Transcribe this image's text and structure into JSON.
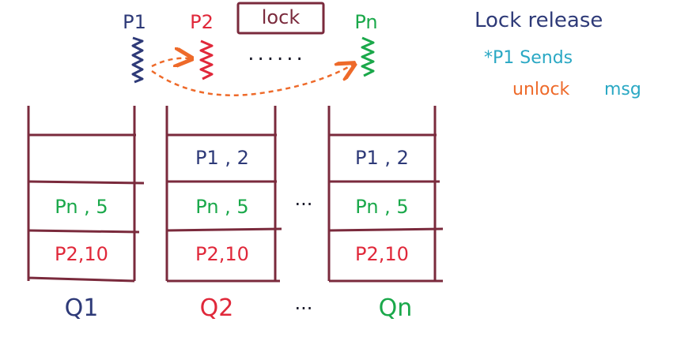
{
  "colors": {
    "ink": "#7a2a3c",
    "navy": "#2e3a78",
    "red": "#e0283a",
    "green": "#1aa84a",
    "orange": "#ee6a2a",
    "teal": "#2aa8c4"
  },
  "top": {
    "lock_label": "lock",
    "processes": [
      {
        "label": "P1",
        "color": "navy"
      },
      {
        "label": "P2",
        "color": "red"
      },
      {
        "label": "Pn",
        "color": "green"
      }
    ],
    "ellipsis": "......"
  },
  "notes": {
    "title": "Lock release",
    "line1": "*P1 Sends",
    "line2_a": "unlock",
    "line2_b": "msg"
  },
  "queues": [
    {
      "label": "Q1",
      "label_color": "navy",
      "entries": [
        {
          "text": "Pn , 5",
          "color": "green"
        },
        {
          "text": "P2,10",
          "color": "red"
        }
      ]
    },
    {
      "label": "Q2",
      "label_color": "red",
      "entries": [
        {
          "text": "P1 , 2",
          "color": "navy"
        },
        {
          "text": "Pn , 5",
          "color": "green"
        },
        {
          "text": "P2,10",
          "color": "red"
        }
      ]
    },
    {
      "label": "Qn",
      "label_color": "green",
      "entries": [
        {
          "text": "P1 , 2",
          "color": "navy"
        },
        {
          "text": "Pn , 5",
          "color": "green"
        },
        {
          "text": "P2,10",
          "color": "red"
        }
      ]
    }
  ],
  "between_queues": "...",
  "between_labels": "..."
}
